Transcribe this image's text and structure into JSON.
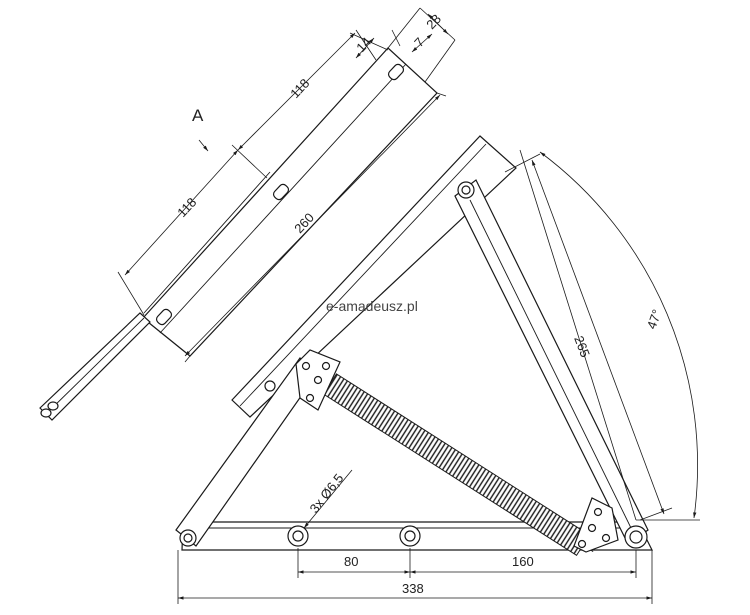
{
  "view_label": "A",
  "watermark": "e-amadeusz.pl",
  "dimensions": {
    "d28": "28",
    "d14": "14",
    "d7": "7",
    "d118_top": "118",
    "d118_left": "118",
    "d260": "260",
    "d265": "265",
    "angle": "47°",
    "holes": "3x Ø6,5",
    "d80": "80",
    "d160": "160",
    "d338": "338"
  }
}
